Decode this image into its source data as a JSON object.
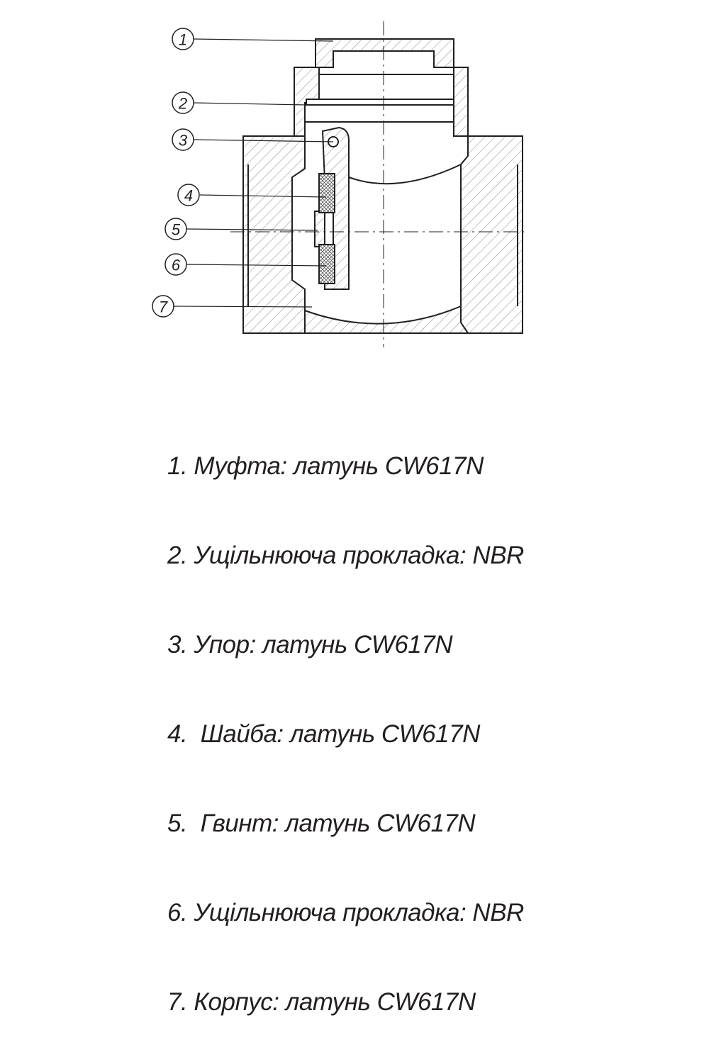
{
  "callouts": [
    "1",
    "2",
    "3",
    "4",
    "5",
    "6",
    "7"
  ],
  "legend": [
    "1. Муфта: латунь CW617N",
    "2. Ущільнююча прокладка: NBR",
    "3. Упор: латунь CW617N",
    "4.  Шайба: латунь CW617N",
    "5.  Гвинт: латунь CW617N",
    "6. Ущільнююча прокладка: NBR",
    "7. Корпус: латунь CW617N"
  ]
}
